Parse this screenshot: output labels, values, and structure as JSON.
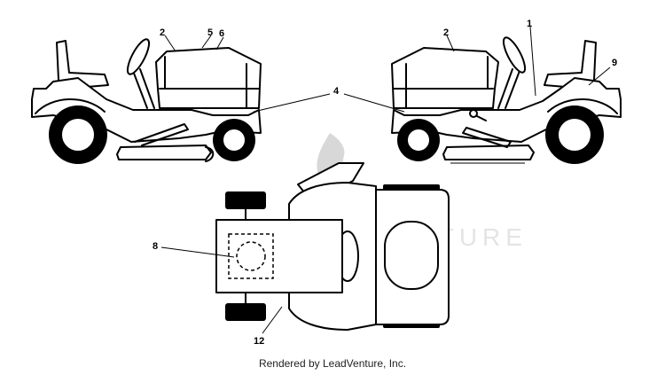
{
  "callouts": {
    "c1": "1",
    "c2_left": "2",
    "c2_right": "2",
    "c4": "4",
    "c5": "5",
    "c6": "6",
    "c8": "8",
    "c9": "9",
    "c12": "12"
  },
  "watermark": {
    "text": "LEADVENTURE"
  },
  "footer": {
    "credit": "Rendered by LeadVenture, Inc."
  },
  "colors": {
    "line": "#000000",
    "background": "#ffffff",
    "watermark": "#d8d8d8"
  }
}
